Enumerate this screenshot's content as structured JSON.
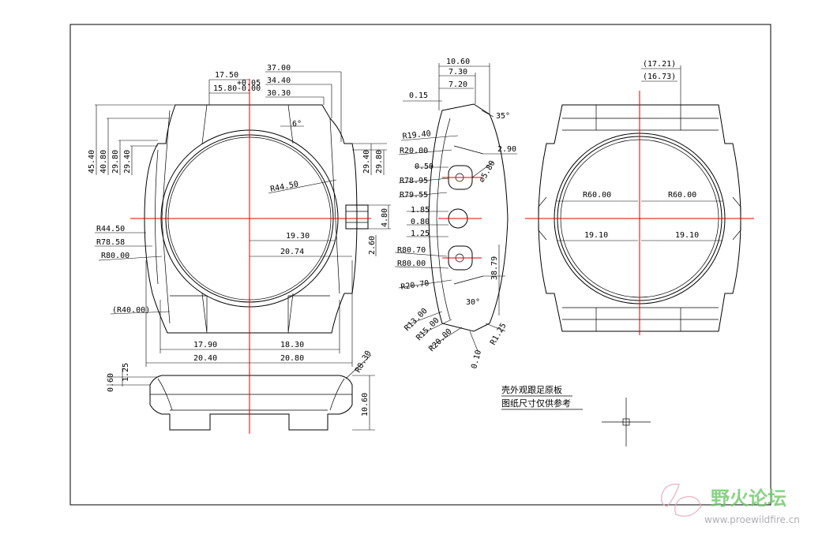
{
  "front_view": {
    "top_dims": [
      "17.50",
      "15.80",
      "+0.05",
      "-0.00",
      "37.00",
      "34.40",
      "30.30",
      "6°"
    ],
    "left_dims": [
      "45.40",
      "40.80",
      "29.80",
      "29.40"
    ],
    "right_dims": [
      "29.40",
      "29.80",
      "4.80",
      "2.60"
    ],
    "radius_dims": [
      "R44.50",
      "R78.58",
      "R80.00",
      "(R40.00)",
      "R44.50"
    ],
    "horizontal_dims": [
      "19.30",
      "20.74"
    ],
    "bottom_dims": [
      "17.90",
      "18.30",
      "20.40",
      "20.80"
    ]
  },
  "bottom_view": {
    "dims": [
      "0.60",
      "1.25",
      "R0.30",
      "10.60"
    ]
  },
  "side_view": {
    "top_dims": [
      "10.60",
      "7.30",
      "7.20",
      "0.15",
      "35°",
      "2.90"
    ],
    "left_dims": [
      "R19.40",
      "R20.00",
      "0.50",
      "R78.95",
      "R79.55",
      "1.85",
      "0.80",
      "1.25",
      "R80.70",
      "R80.00",
      "R20.70",
      "R13.00",
      "R15.00",
      "R20.00"
    ],
    "right_dims": [
      "⌀5.80",
      "38.79",
      "30°",
      "R1.25",
      "0.10"
    ]
  },
  "back_view": {
    "top_dims": [
      "(17.21)",
      "(16.73)"
    ],
    "radius_dims": [
      "R60.00",
      "R60.00"
    ],
    "horizontal_dims": [
      "19.10",
      "19.10"
    ]
  },
  "note": {
    "line1": "壳外观跟足原板",
    "line2": "图纸尺寸仅供参考"
  },
  "watermark": {
    "name": "野火论坛",
    "url": "www.proewildfire.cn",
    "colors": {
      "name": "#6dc66a",
      "url": "#9a9aa8",
      "logo": "#e8a8b8"
    }
  }
}
